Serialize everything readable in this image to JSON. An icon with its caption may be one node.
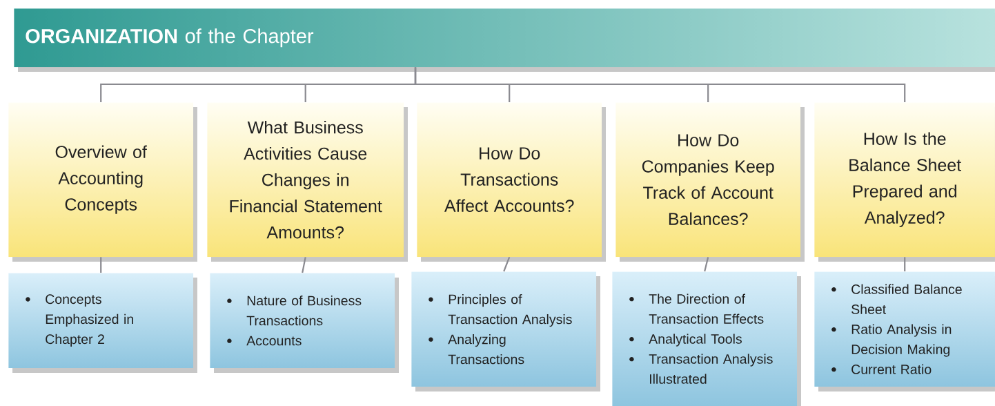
{
  "diagram": {
    "nodes": [
      {
        "text": [
          "**ORGANIZATION** of the Chapter"
        ]
      },
      {
        "text": [
          "Overview of Accounting Concepts"
        ]
      },
      {
        "text": [
          "What Business Activities Cause Changes in Financial Statement Amounts?"
        ]
      },
      {
        "text": [
          "How Do Transactions Affect Accounts?"
        ]
      },
      {
        "text": [
          "How Do Companies Keep Track of Account Balances?"
        ]
      },
      {
        "text": [
          "How Is the Balance Sheet Prepared and Analyzed?"
        ]
      },
      {
        "text": [
          "Concepts Emphasized in Chapter 2"
        ]
      },
      {
        "text": [
          "Nature of Business Transactions",
          "Accounts"
        ]
      },
      {
        "text": [
          "Principles of Transaction Analysis",
          "Analyzing Transactions"
        ]
      },
      {
        "text": [
          "The Direction of Transaction Effects",
          "Analytical Tools",
          "Transaction Analysis Illustrated"
        ]
      },
      {
        "text": [
          "Classified Balance Sheet",
          "Ratio Analysis in Decision Making",
          "Current Ratio"
        ]
      }
    ],
    "edges": [
      {
        "from": 0,
        "to": 1,
        "arrow": "none"
      },
      {
        "from": 0,
        "to": 2,
        "arrow": "none"
      },
      {
        "from": 0,
        "to": 3,
        "arrow": "none"
      },
      {
        "from": 0,
        "to": 4,
        "arrow": "none"
      },
      {
        "from": 0,
        "to": 5,
        "arrow": "none"
      },
      {
        "from": 1,
        "to": 6,
        "arrow": "none"
      },
      {
        "from": 2,
        "to": 7,
        "arrow": "none"
      },
      {
        "from": 3,
        "to": 8,
        "arrow": "none"
      },
      {
        "from": 4,
        "to": 9,
        "arrow": "none"
      },
      {
        "from": 5,
        "to": 10,
        "arrow": "none"
      }
    ]
  }
}
